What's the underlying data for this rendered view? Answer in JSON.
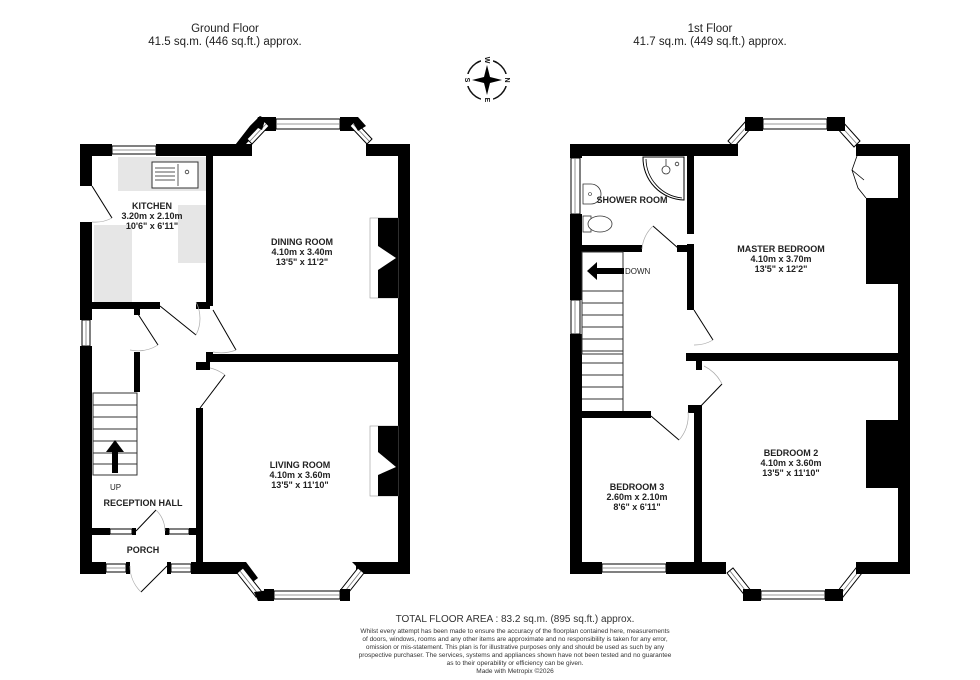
{
  "ground_floor": {
    "title": "Ground Floor",
    "area": "41.5 sq.m. (446 sq.ft.) approx.",
    "rooms": [
      {
        "name": "KITCHEN",
        "metric": "3.20m  x 2.10m",
        "imperial": "10'6\"  x 6'11\""
      },
      {
        "name": "DINING ROOM",
        "metric": "4.10m  x 3.40m",
        "imperial": "13'5\"  x 11'2\""
      },
      {
        "name": "LIVING ROOM",
        "metric": "4.10m  x 3.60m",
        "imperial": "13'5\"  x 11'10\""
      },
      {
        "name": "RECEPTION HALL"
      },
      {
        "name": "PORCH"
      }
    ],
    "stairs_label": "UP"
  },
  "first_floor": {
    "title": "1st Floor",
    "area": "41.7 sq.m. (449 sq.ft.) approx.",
    "rooms": [
      {
        "name": "SHOWER ROOM"
      },
      {
        "name": "MASTER BEDROOM",
        "metric": "4.10m  x 3.70m",
        "imperial": "13'5\"  x 12'2\""
      },
      {
        "name": "BEDROOM 2",
        "metric": "4.10m  x 3.60m",
        "imperial": "13'5\"  x 11'10\""
      },
      {
        "name": "BEDROOM 3",
        "metric": "2.60m  x 2.10m",
        "imperial": "8'6\"  x 6'11\""
      }
    ],
    "stairs_label": "DOWN"
  },
  "compass": {
    "icon": "compass-rose-icon",
    "labels": {
      "top": "W",
      "right": "N",
      "bottom": "E",
      "left": "S"
    }
  },
  "footer": {
    "total_area": "TOTAL FLOOR AREA : 83.2 sq.m. (895 sq.ft.) approx.",
    "disclaimer_lines": [
      "Whilst every attempt has been made to ensure the accuracy of the floorplan contained here, measurements",
      "of doors, windows, rooms and any other items are approximate and no responsibility is taken for any error,",
      "omission or mis-statement. This plan is for illustrative purposes only and should be used as such by any",
      "prospective purchaser. The services, systems and appliances shown have not been tested and no guarantee",
      "as to their operability or efficiency can be given."
    ],
    "credit": "Made with Metropix ©2026"
  },
  "colors": {
    "wall": "#000000",
    "fixture_fill": "#e6e6e6",
    "background": "#ffffff"
  }
}
